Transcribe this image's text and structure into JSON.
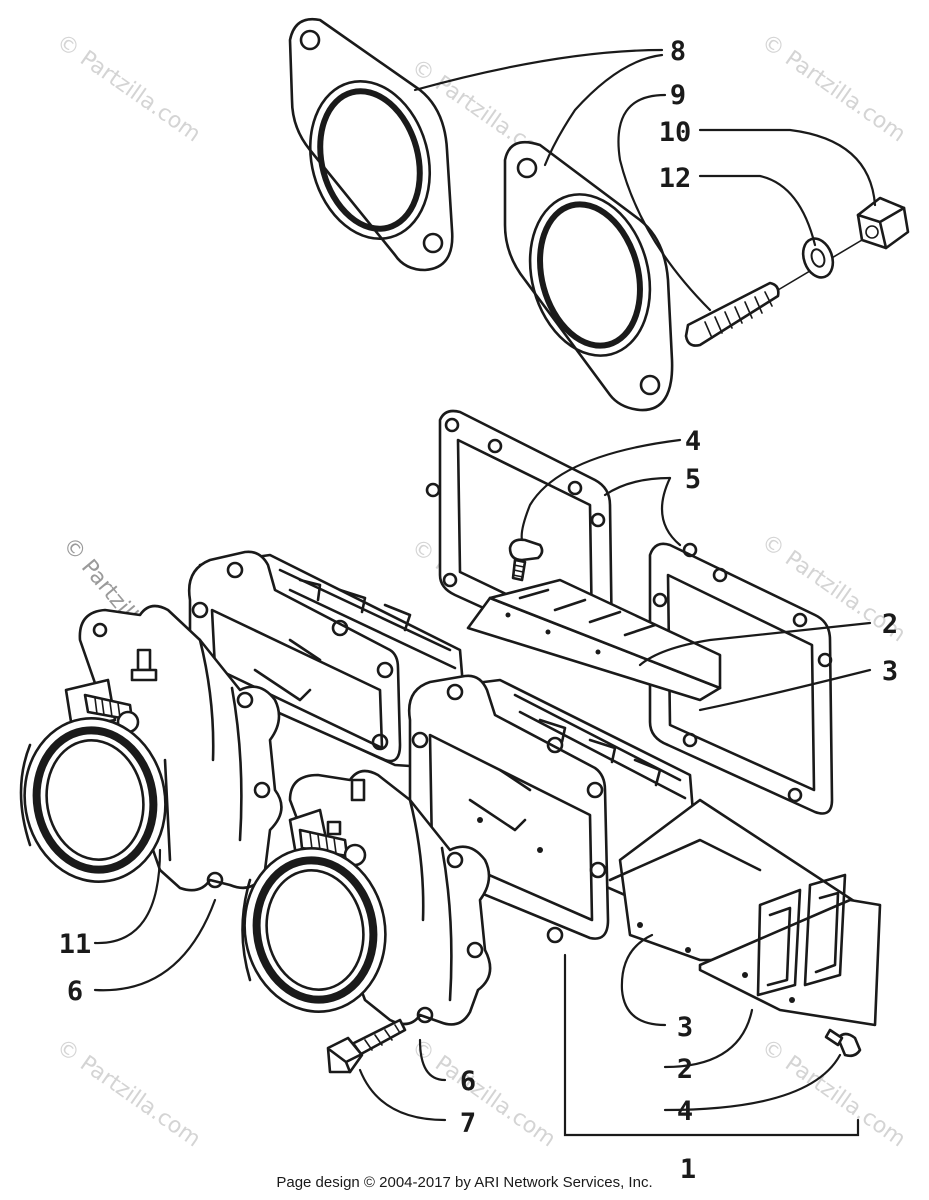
{
  "watermark": "© Partzilla.com",
  "footer": "Page design © 2004-2017 by ARI Network Services, Inc.",
  "callouts": {
    "c8": "8",
    "c9": "9",
    "c10": "10",
    "c12": "12",
    "c4a": "4",
    "c5": "5",
    "c2a": "2",
    "c3a": "3",
    "c11": "11",
    "c6a": "6",
    "c6b": "6",
    "c7": "7",
    "c3b": "3",
    "c2b": "2",
    "c4b": "4",
    "c1": "1"
  }
}
